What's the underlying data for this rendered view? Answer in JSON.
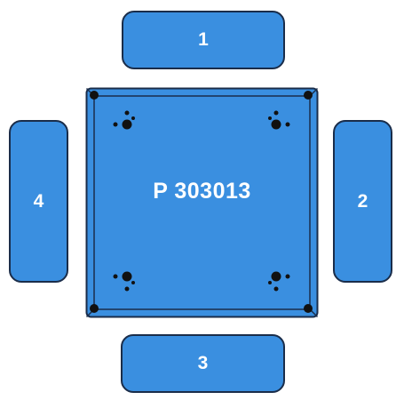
{
  "center_plate": {
    "label": "P 303013"
  },
  "side_panels": {
    "top": {
      "label": "1"
    },
    "right": {
      "label": "2"
    },
    "bottom": {
      "label": "3"
    },
    "left": {
      "label": "4"
    }
  },
  "colors": {
    "fill": "#3a8fe0",
    "outline": "#1a2d4a",
    "text": "#ffffff"
  }
}
